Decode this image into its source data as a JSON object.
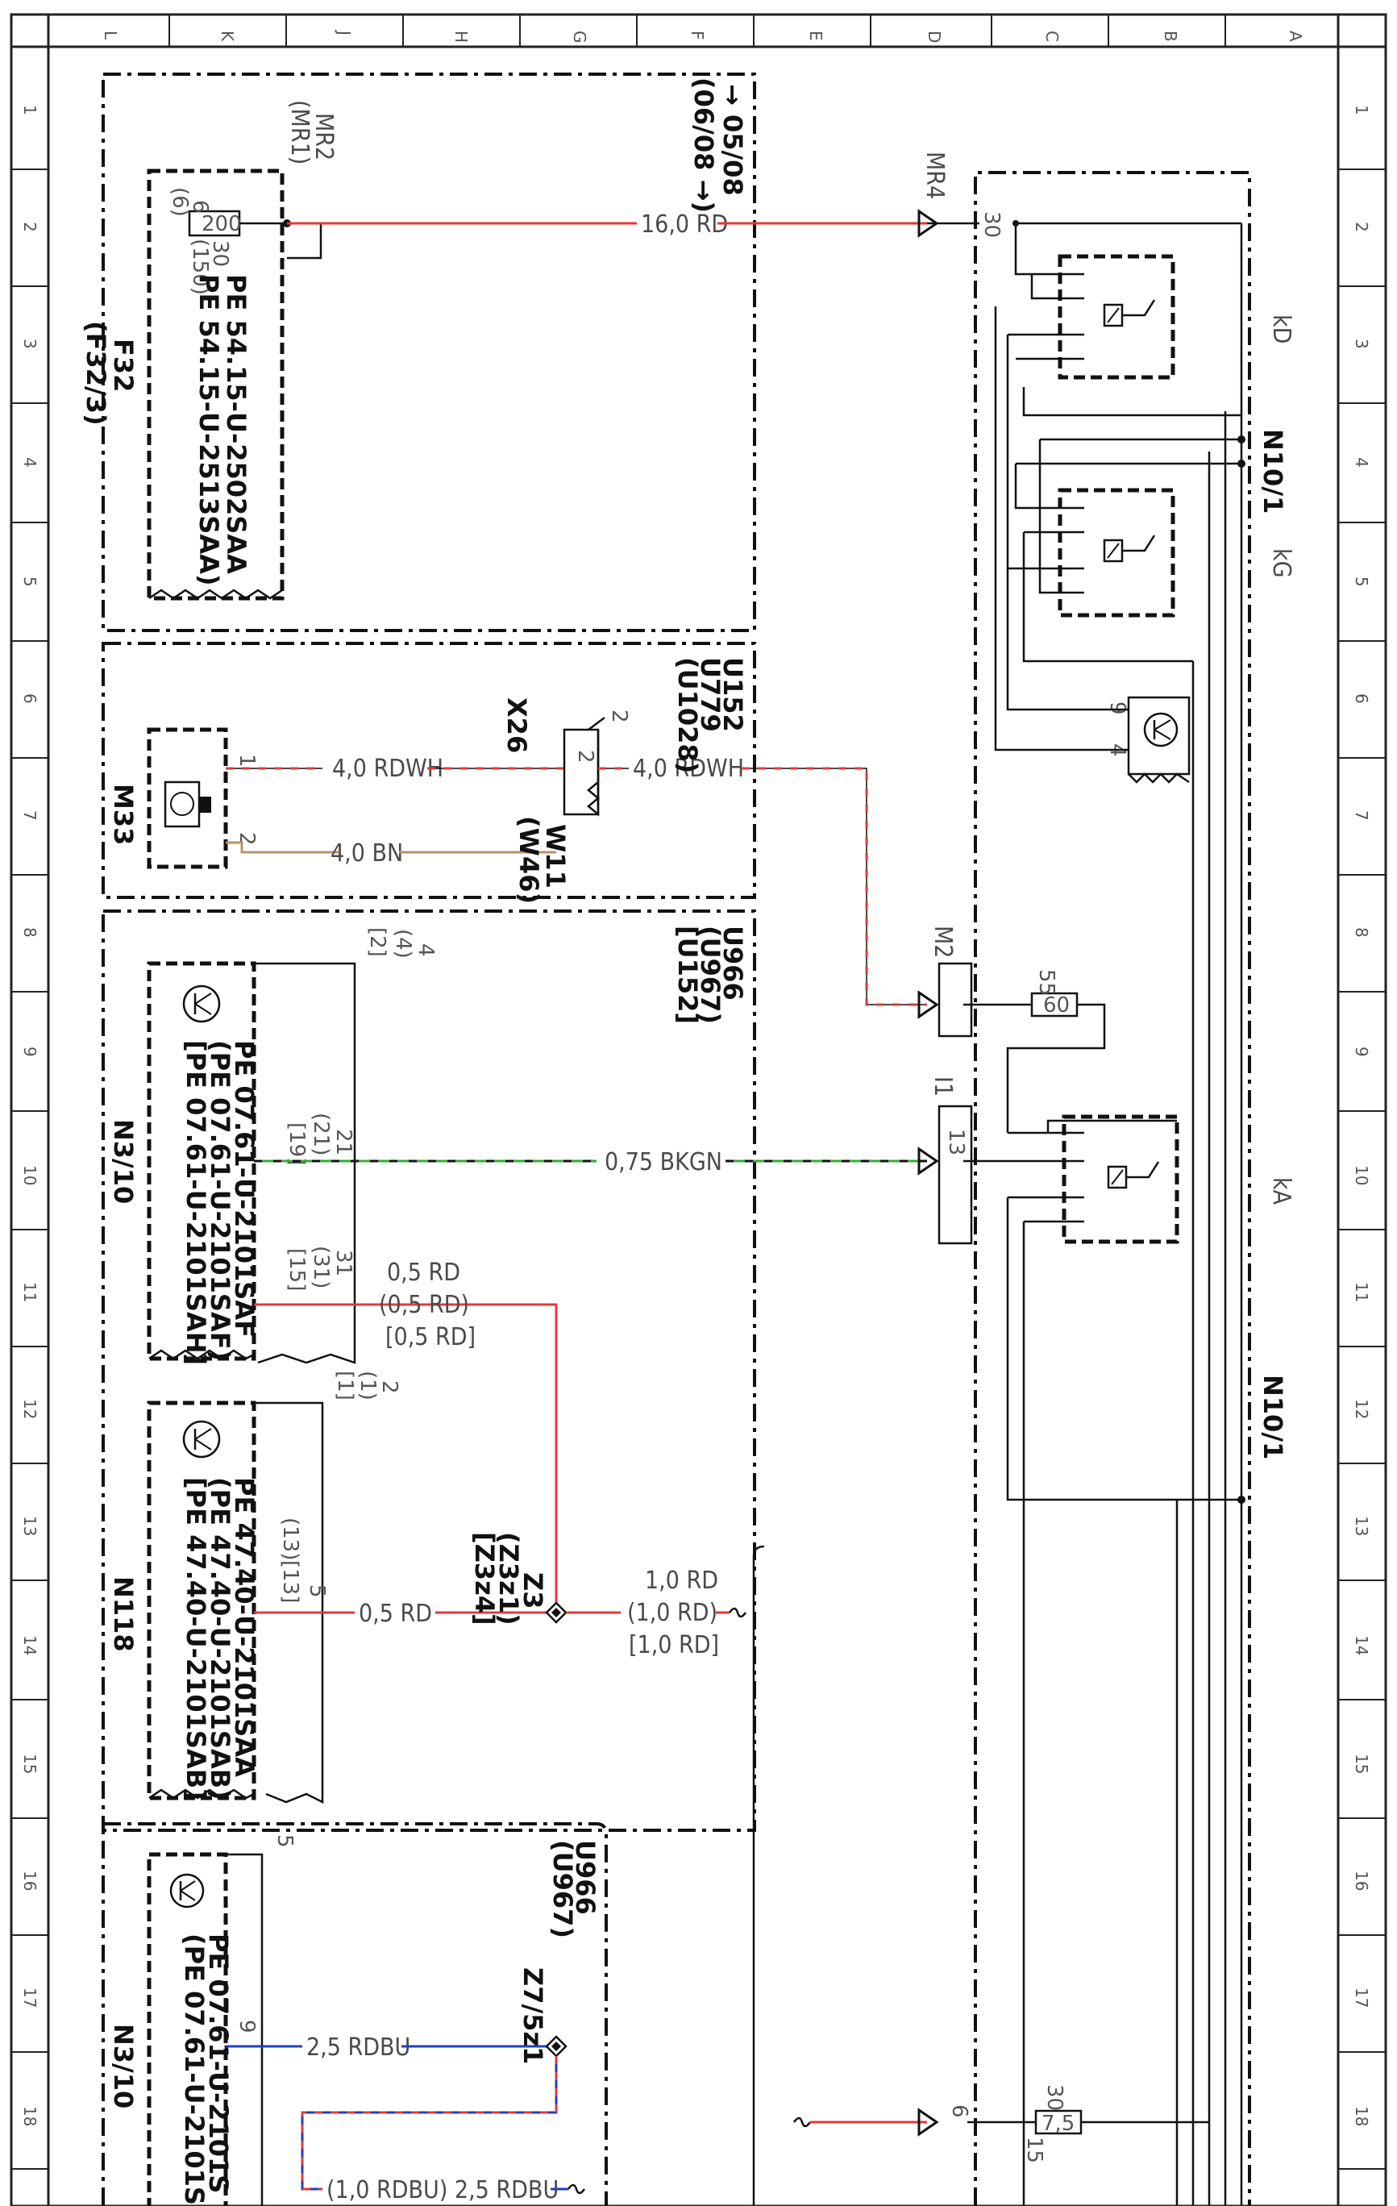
{
  "grid": {
    "columns": [
      "L",
      "K",
      "J",
      "H",
      "G",
      "F",
      "E",
      "D",
      "C",
      "B",
      "A"
    ],
    "rows": [
      "1",
      "2",
      "3",
      "4",
      "5",
      "6",
      "7",
      "8",
      "9",
      "10",
      "11",
      "12",
      "13",
      "14",
      "15",
      "16",
      "17",
      "18"
    ]
  },
  "page_ref": "→ 05/08",
  "page_ref_alt": "(06/08 →)",
  "modules": {
    "f32": {
      "name": "F32",
      "alt": "(F32/3)",
      "pe1": "PE 54.15-U-2502SAA",
      "pe2": "PE 54.15-U-2513SAA)"
    },
    "m33": {
      "name": "M33"
    },
    "u152": {
      "l1": "U152",
      "l2": "U779",
      "l3": "(U1028)"
    },
    "u966a": {
      "l1": "U966",
      "l2": "(U967)",
      "l3": "[U152]"
    },
    "u966b": {
      "l1": "U966",
      "l2": "(U967)"
    },
    "n3_10": {
      "name": "N3/10",
      "pe1": "PE 07.61-U-2101SAF",
      "pe2": "(PE 07.61-U-2101SAF)",
      "pe3": "[PE 07.61-U-2101SAH]"
    },
    "n118": {
      "name": "N118",
      "pe1": "PE 47.40-U-2101SAA",
      "pe2": "(PE 47.40-U-2101SAB)",
      "pe3": "[PE 47.40-U-2101SAB]"
    },
    "n3_10b": {
      "name": "N3/10",
      "pe1": "PE 07.61-U-2101S",
      "pe2": "(PE 07.61-U-2101S"
    },
    "n10_1": {
      "name": "N10/1",
      "name2": "N10/1"
    },
    "relays": {
      "kd": "kD",
      "kg": "kG",
      "ka": "kA"
    }
  },
  "connectors": {
    "mr2": "MR2",
    "mr1": "(MR1)",
    "mr4": "MR4",
    "m2": "M2",
    "i1": "I1",
    "x26": "X26",
    "w11": "W11",
    "w46": "(W46)",
    "z3": "Z3",
    "z3z1": "(Z3z1)",
    "z3z4": "[Z3z4]",
    "z7": "Z7/5z1"
  },
  "fuses": {
    "f200": "200",
    "f60": "60",
    "f75": "7,5"
  },
  "pins": {
    "p6": "6",
    "p6b": "(6)",
    "p30": "30",
    "p150": "(150)",
    "p30b": "30",
    "p9": "9",
    "p4": "4",
    "p55": "55",
    "p13": "13",
    "p1": "1",
    "p2": "2",
    "p2b": "2",
    "p2c": "2",
    "p4a": "4",
    "p4b": "(4)",
    "p2d": "[2]",
    "p21": "21",
    "p21b": "(21)",
    "p19": "[19]",
    "p31": "31",
    "p31b": "(31)",
    "p15": "[15]",
    "p2e": "2",
    "p1b": "(1)",
    "p1c": "[1]",
    "p5": "5",
    "p13b": "(13)",
    "p13c": "[13]",
    "p5b": "5",
    "p9b": "9",
    "p30c": "30",
    "p15b": "15",
    "p6c": "6"
  },
  "wires": {
    "w16rd": "16,0 RD",
    "w4rdwh_a": "4,0 RDWH",
    "w4rdwh_b": "4,0 RDWH",
    "w4bn": "4,0 BN",
    "w075bkgn": "0,75 BKGN",
    "w05rd_a": "0,5 RD",
    "w05rd_b": "(0,5 RD)",
    "w05rd_c": "[0,5 RD]",
    "w05rd_d": "0,5 RD",
    "w10rd_a": "1,0 RD",
    "w10rd_b": "(1,0 RD)",
    "w10rd_c": "[1,0 RD]",
    "w25rdbu_a": "2,5 RDBU",
    "w25rdbu_b": "(1,0 RDBU) 2,5 RDBU"
  },
  "colors": {
    "red": "#e53935",
    "brown": "#b5936a",
    "green": "#30b030",
    "blue": "#1f3fbf",
    "black": "#111111"
  }
}
